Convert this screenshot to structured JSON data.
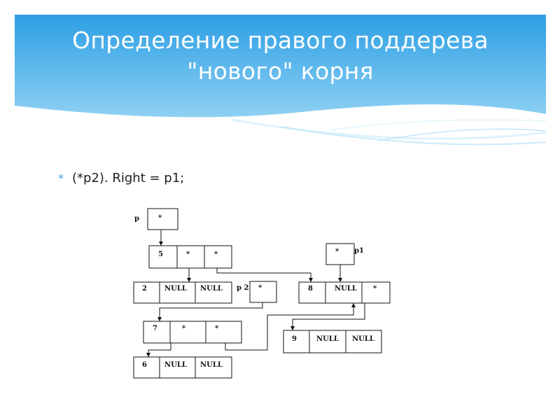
{
  "slide": {
    "title_line1": "Определение правого поддерева",
    "title_line2": "\"нового\" корня",
    "bullet_mark": "*",
    "bullet_text": "(*p2). Right = p1;"
  },
  "colors": {
    "banner_top": "#2d9fe4",
    "banner_bottom": "#8ed0f3",
    "bullet_mark": "#3ba6e0"
  },
  "diagram": {
    "pointers": {
      "p": {
        "label": "p",
        "cell": "*"
      },
      "p1": {
        "label": "p1",
        "cell": "*"
      },
      "p2": {
        "label": "p 2",
        "cell": "*"
      }
    },
    "nodes": {
      "n5": [
        "5",
        "*",
        "*"
      ],
      "n2": [
        "2",
        "NULL",
        "NULL"
      ],
      "n8": [
        "8",
        "NULL",
        "*"
      ],
      "n7": [
        "7",
        "*",
        "*"
      ],
      "n9": [
        "9",
        "NULL",
        "NULL"
      ],
      "n6": [
        "6",
        "NULL",
        "NULL"
      ]
    }
  }
}
